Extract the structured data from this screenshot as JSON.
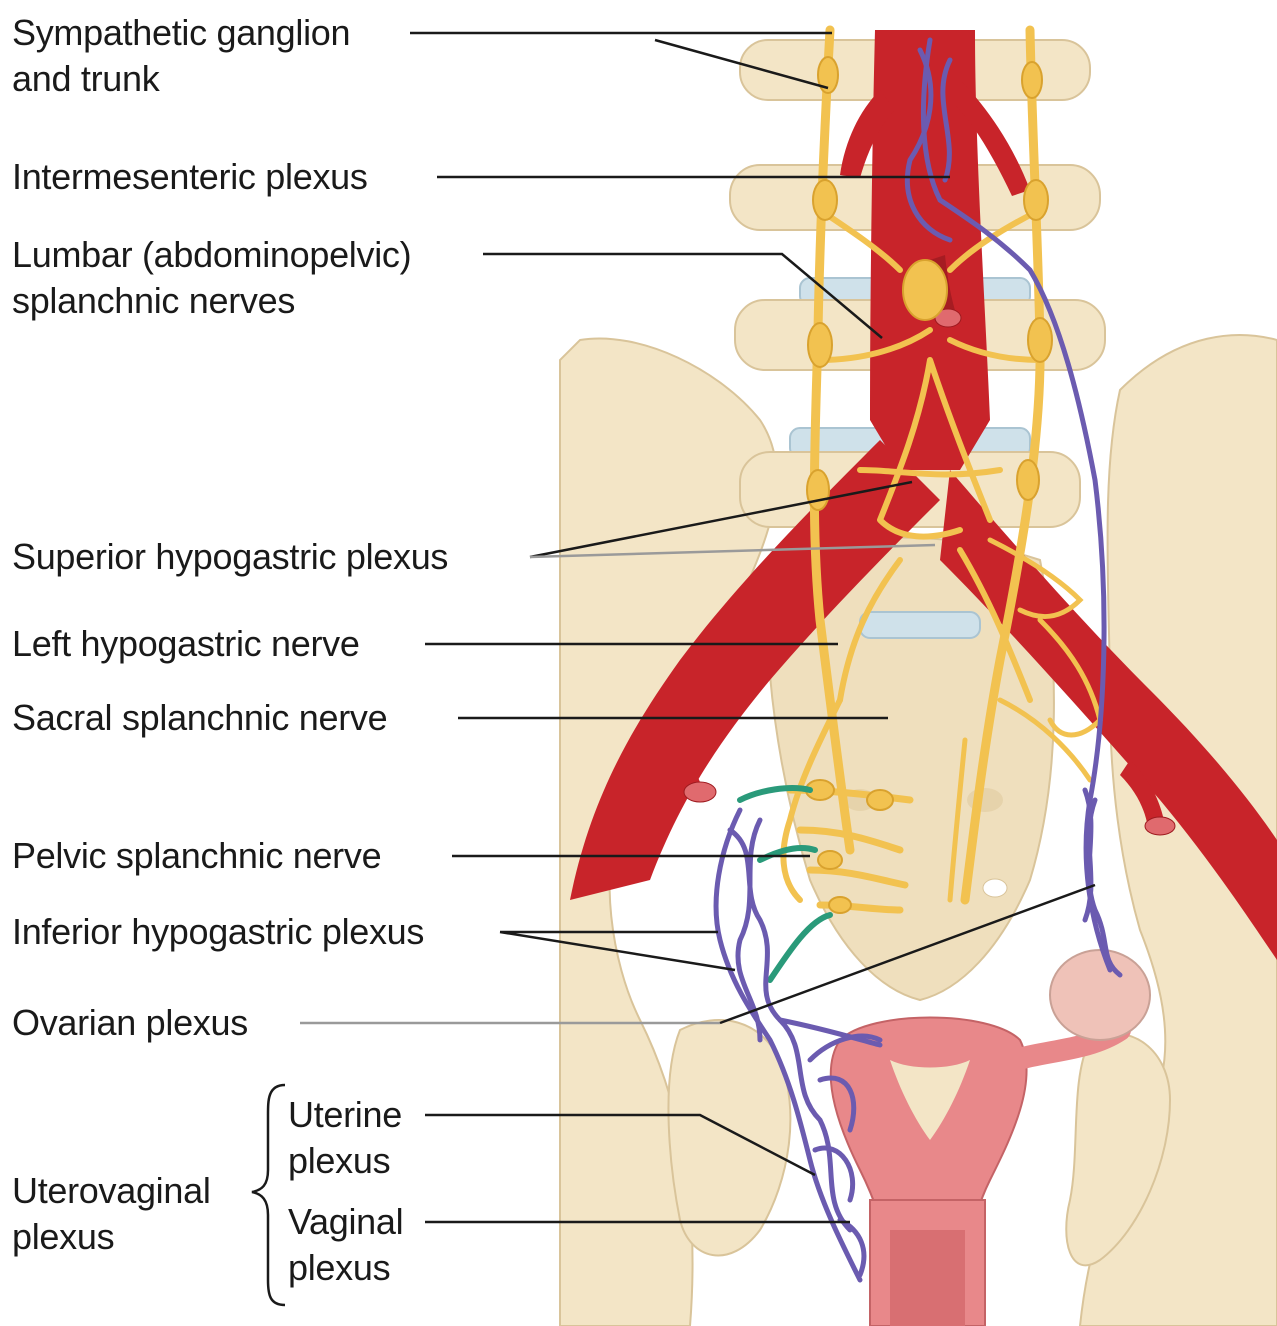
{
  "labels": {
    "sympathetic_ganglion_1": "Sympathetic ganglion",
    "sympathetic_ganglion_2": "and trunk",
    "intermesenteric": "Intermesenteric plexus",
    "lumbar_1": "Lumbar (abdominopelvic)",
    "lumbar_2": "splanchnic nerves",
    "superior_hypogastric": "Superior hypogastric plexus",
    "left_hypogastric": "Left hypogastric nerve",
    "sacral_splanchnic": "Sacral splanchnic nerve",
    "pelvic_splanchnic": "Pelvic splanchnic nerve",
    "inferior_hypogastric": "Inferior hypogastric plexus",
    "ovarian": "Ovarian plexus",
    "uterine_1": "Uterine",
    "uterine_2": "plexus",
    "vaginal_1": "Vaginal",
    "vaginal_2": "plexus",
    "uterovaginal_1": "Uterovaginal",
    "uterovaginal_2": "plexus"
  },
  "colors": {
    "bone": "#f3e5c6",
    "bone_edge": "#d9c49a",
    "artery": "#c8242a",
    "artery_dark": "#9e1a1f",
    "nerve": "#f2c250",
    "nerve_edge": "#d9a22e",
    "vein_plexus": "#6b5bb0",
    "pelvic_nerve": "#2a9a7a",
    "uterus": "#e8888a",
    "disc": "#cfe1ea",
    "leader": "#1a1a1a",
    "leader_gray": "#9a9a9a"
  }
}
